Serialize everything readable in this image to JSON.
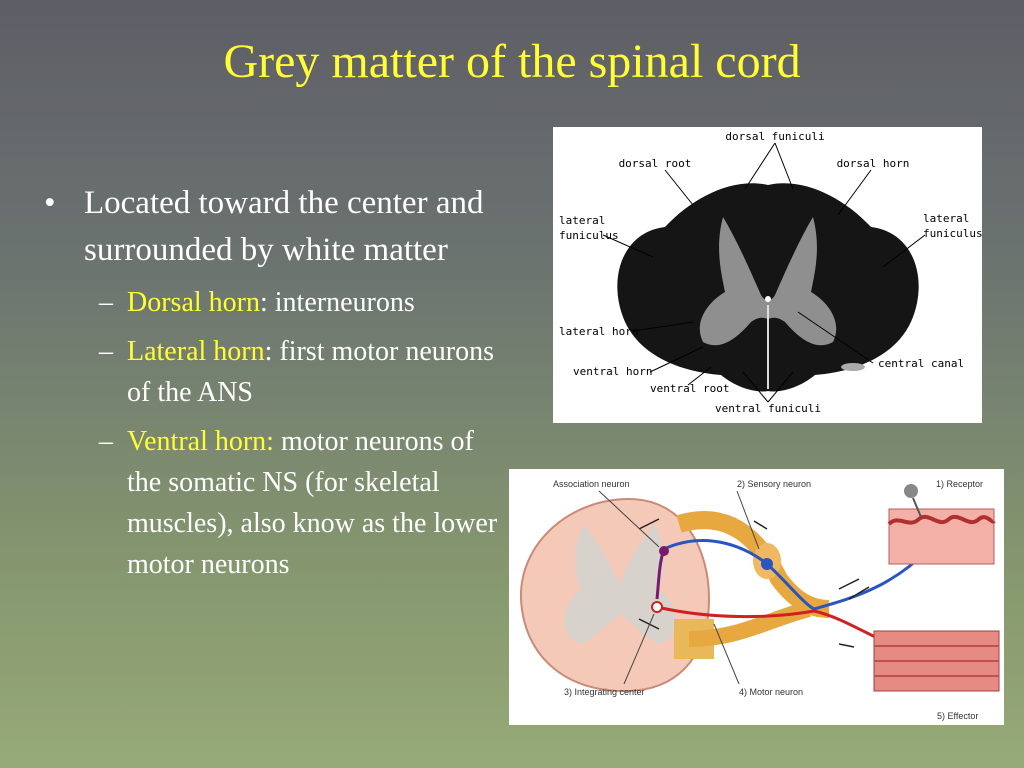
{
  "slide": {
    "title": "Grey matter of the spinal cord",
    "bullet": "Located toward the center and surrounded by white matter",
    "subs": [
      {
        "term": "Dorsal horn",
        "rest": ": interneurons"
      },
      {
        "term": "Lateral horn",
        "rest": ": first motor neurons of the ANS"
      },
      {
        "term": "Ventral horn:",
        "rest": " motor neurons of the somatic NS (for skeletal muscles), also know as the lower motor neurons"
      }
    ]
  },
  "figure1": {
    "labels": {
      "dorsal_funiculi": "dorsal funiculi",
      "dorsal_root": "dorsal root",
      "dorsal_horn": "dorsal horn",
      "lateral_l1": "lateral",
      "lateral_l2": "funiculus",
      "lateral_r1": "lateral",
      "lateral_r2": "funiculus",
      "lateral_horn": "lateral horn",
      "central_canal": "central canal",
      "ventral_horn": "ventral horn",
      "ventral_root": "ventral root",
      "ventral_funiculi": "ventral funiculi"
    }
  },
  "figure2": {
    "labels": {
      "association": "Association neuron",
      "sensory": "2) Sensory neuron",
      "receptor": "1) Receptor",
      "integrating": "3) Integrating center",
      "motor": "4) Motor neuron",
      "effector": "5) Effector"
    }
  },
  "colors": {
    "title": "#ffff33",
    "text": "#ffffff",
    "highlight": "#ffff33"
  }
}
